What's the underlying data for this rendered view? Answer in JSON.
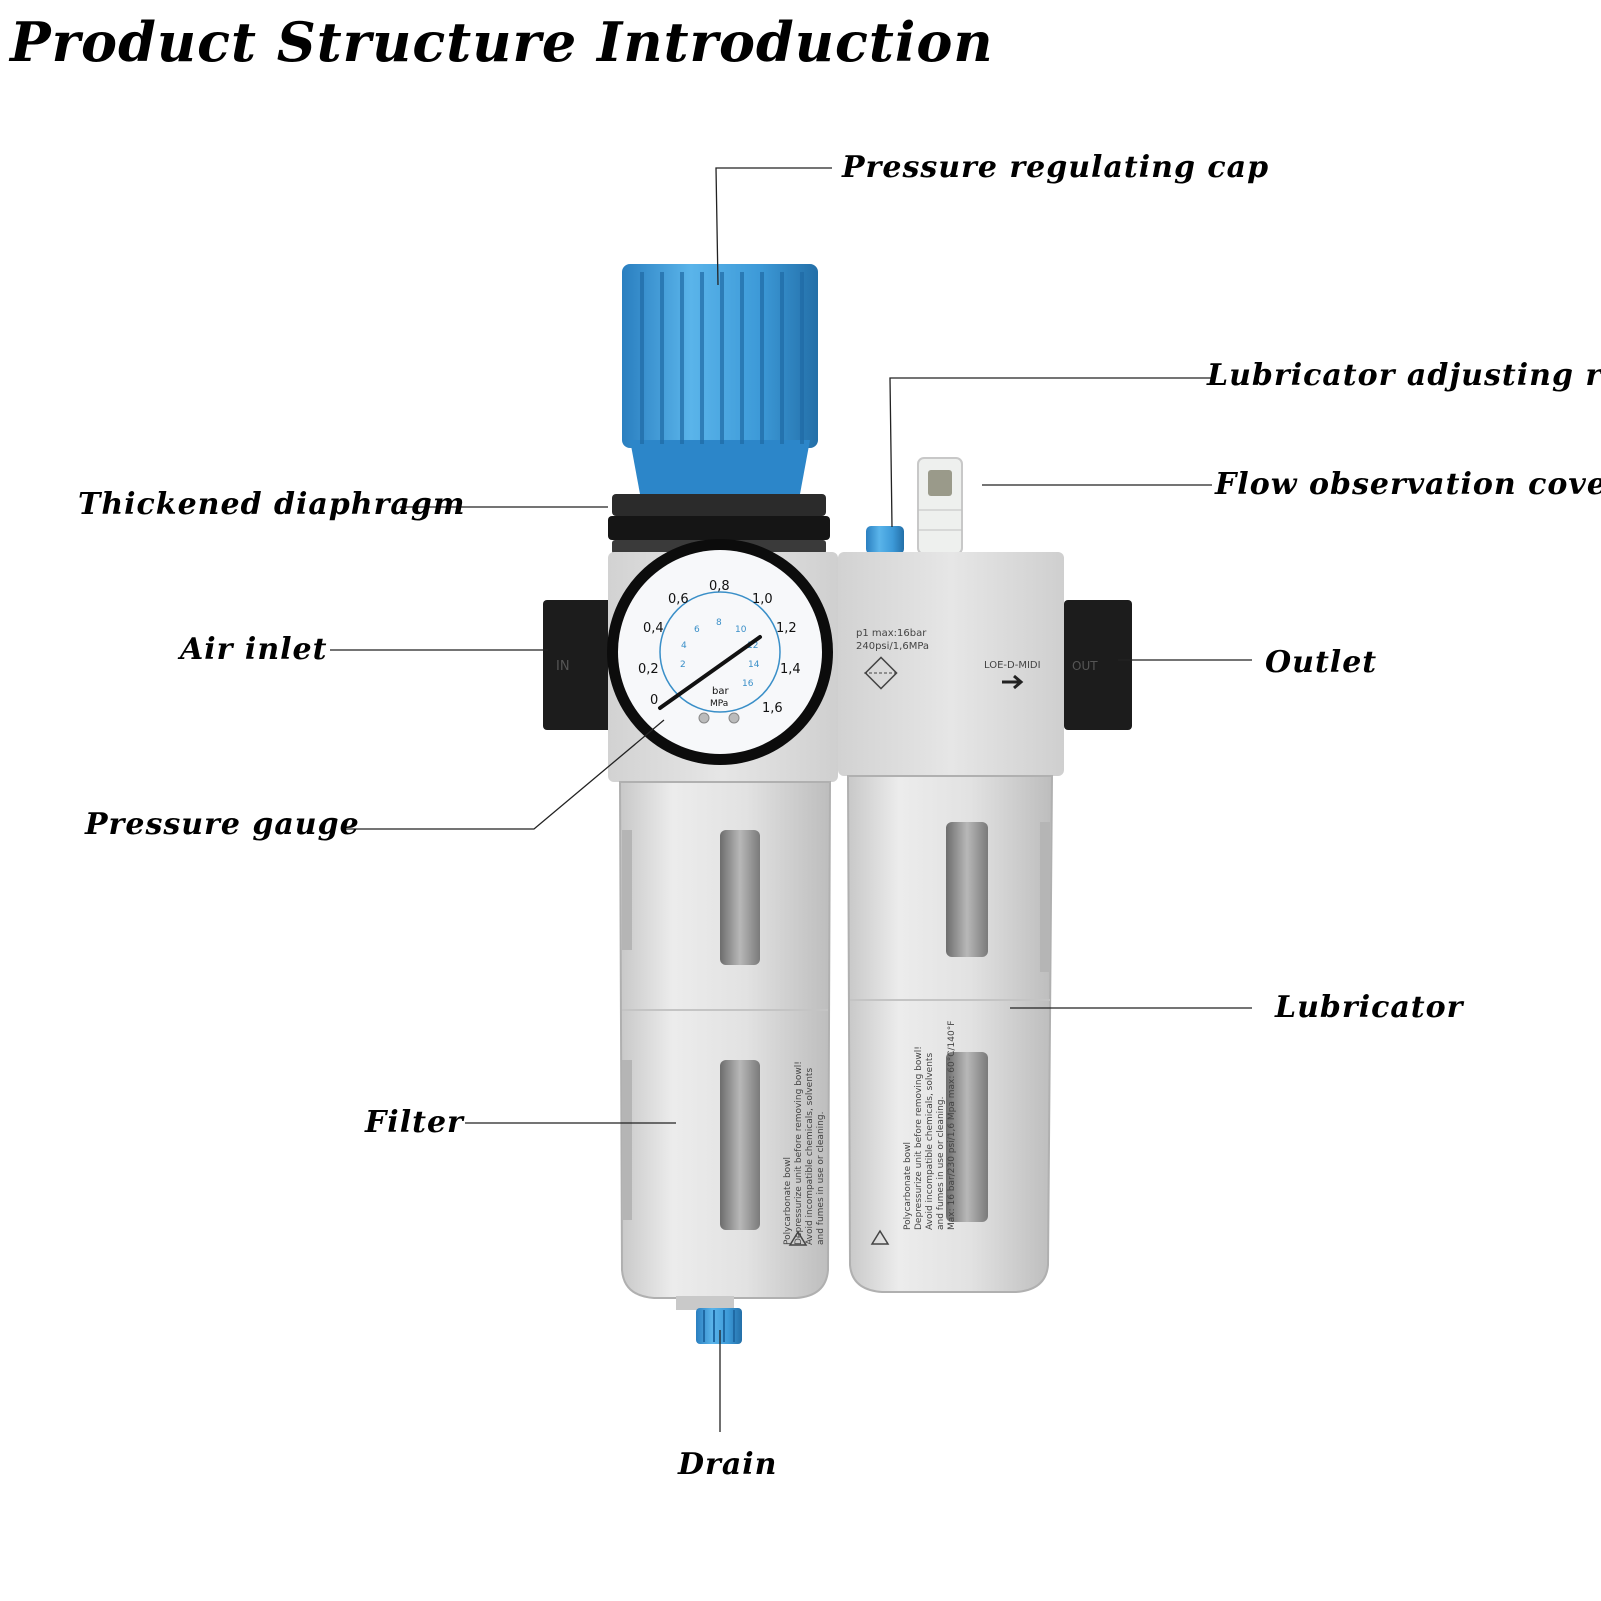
{
  "title": "Product Structure Introduction",
  "labels": {
    "pressure_regulating_cap": "Pressure regulating cap",
    "lubricator_adjusting_ring": "Lubricator adjusting ring",
    "thickened_diaphragm": "Thickened diaphragm",
    "flow_observation_cover": "Flow observation cover",
    "air_inlet": "Air inlet",
    "outlet": "Outlet",
    "pressure_gauge": "Pressure gauge",
    "lubricator": "Lubricator",
    "filter": "Filter",
    "drain": "Drain"
  },
  "gauge": {
    "outer_ticks": [
      "0",
      "0,2",
      "0,4",
      "0,6",
      "0,8",
      "1,0",
      "1,2",
      "1,4",
      "1,6"
    ],
    "inner_ticks": [
      "2",
      "4",
      "6",
      "8",
      "10",
      "12",
      "14",
      "16"
    ],
    "unit_top": "bar",
    "unit_bottom": "MPa"
  },
  "body_markings": {
    "spec_line1": "p1 max:16bar",
    "spec_line2": "240psi/1,6MPa",
    "model": "LOE-D-MIDI",
    "port_in": "IN",
    "port_out": "OUT"
  },
  "bowl_warnings": {
    "filter": [
      "Polycarbonate bowl",
      "Depressurize unit before removing bowl!",
      "Avoid incompatible chemicals, solvents",
      "and fumes in use or cleaning."
    ],
    "lubricator": [
      "Polycarbonate bowl",
      "Depressurize unit before removing bowl!",
      "Avoid incompatible chemicals, solvents",
      "and fumes in use or cleaning.",
      "Max: 16 bar/230 psi/1,6 Mpa max: 60°C/140°F"
    ]
  },
  "colors": {
    "accent_blue": "#3d9ad8",
    "body_gray": "#dcdcdc",
    "port_black": "#1c1c1c",
    "text": "#000000"
  }
}
